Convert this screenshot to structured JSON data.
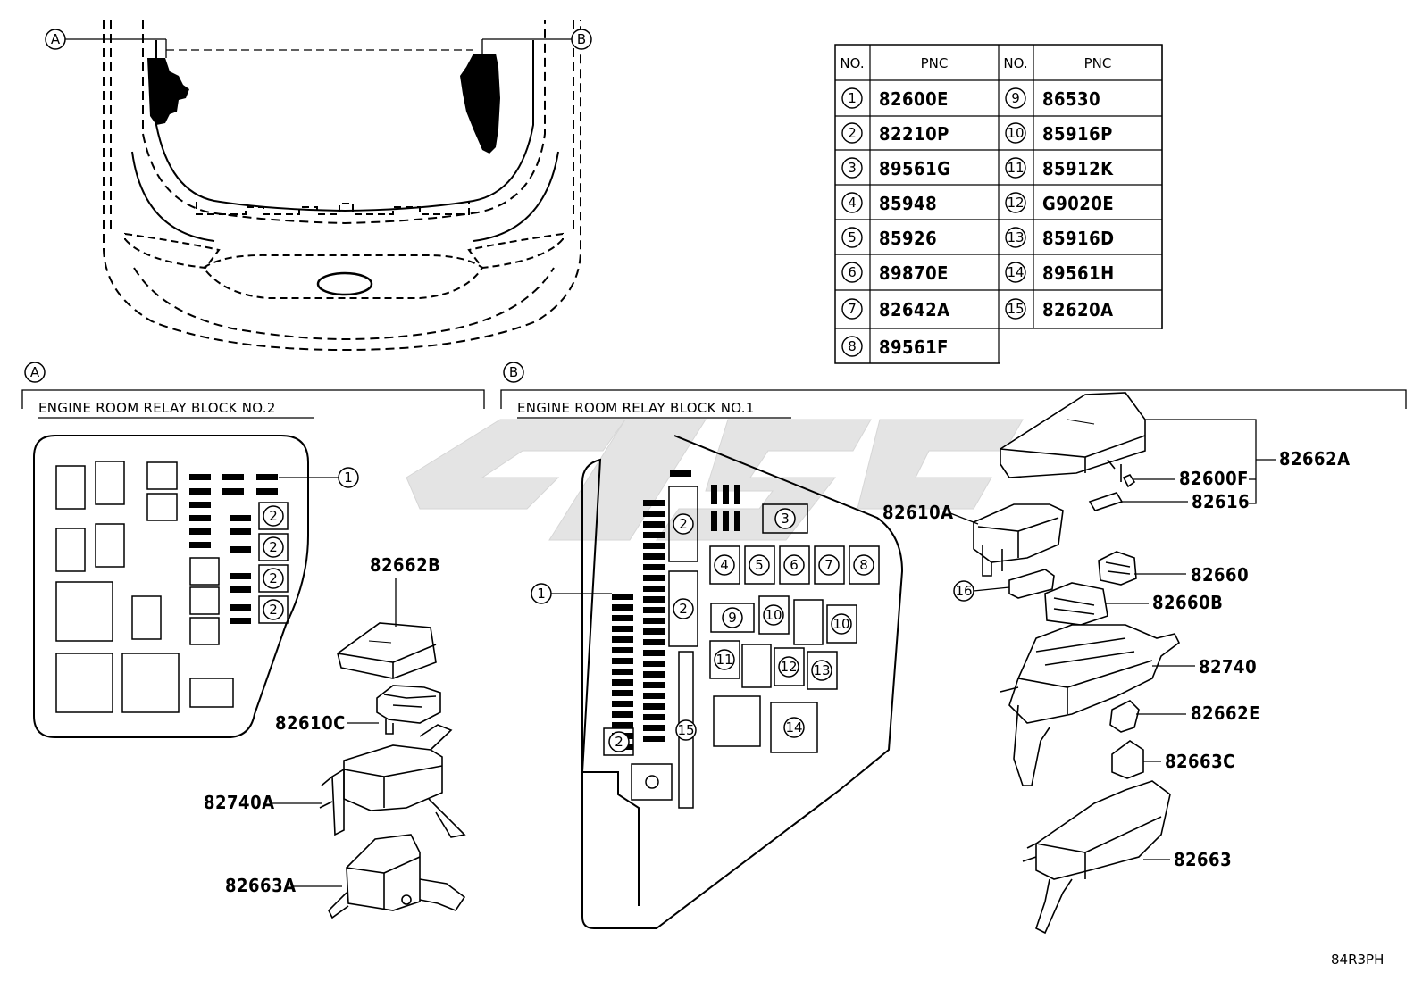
{
  "callouts": {
    "A": "A",
    "B": "B"
  },
  "pnc_table": {
    "headers": [
      "NO.",
      "PNC",
      "NO.",
      "PNC"
    ],
    "rows": [
      {
        "no": "1",
        "pnc": "82600E"
      },
      {
        "no": "2",
        "pnc": "82210P"
      },
      {
        "no": "3",
        "pnc": "89561G"
      },
      {
        "no": "4",
        "pnc": "85948"
      },
      {
        "no": "5",
        "pnc": "85926"
      },
      {
        "no": "6",
        "pnc": "89870E"
      },
      {
        "no": "7",
        "pnc": "82642A"
      },
      {
        "no": "8",
        "pnc": "89561F"
      },
      {
        "no": "9",
        "pnc": "86530"
      },
      {
        "no": "10",
        "pnc": "85916P"
      },
      {
        "no": "11",
        "pnc": "85912K"
      },
      {
        "no": "12",
        "pnc": "G9020E"
      },
      {
        "no": "13",
        "pnc": "85916D"
      },
      {
        "no": "14",
        "pnc": "89561H"
      },
      {
        "no": "15",
        "pnc": "82620A"
      }
    ]
  },
  "section_a": {
    "title": "ENGINE ROOM RELAY BLOCK NO.2",
    "parts": [
      "82662B",
      "82610C",
      "82740A",
      "82663A"
    ],
    "markers": [
      "1",
      "2",
      "2",
      "2",
      "2"
    ]
  },
  "section_b": {
    "title": "ENGINE ROOM RELAY BLOCK NO.1",
    "parts": [
      "82662A",
      "82600F",
      "82616",
      "82610A",
      "82660",
      "82660B",
      "82740",
      "82662E",
      "82663C",
      "82663"
    ],
    "callout_16": "16",
    "markers": [
      "1",
      "2",
      "2",
      "2",
      "3",
      "4",
      "5",
      "6",
      "7",
      "8",
      "9",
      "10",
      "10",
      "11",
      "12",
      "13",
      "14",
      "15"
    ]
  },
  "diagram_code": "84R3PH"
}
